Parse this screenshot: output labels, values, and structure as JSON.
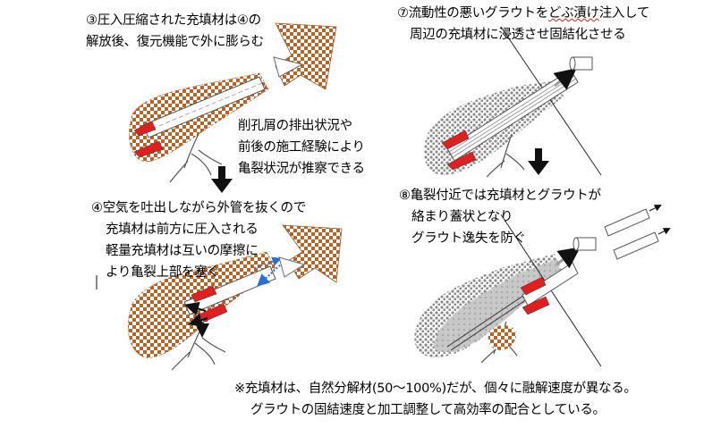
{
  "panel_3": {
    "caption_line1": "③圧入圧縮された充填材は④の",
    "caption_line2": "解放後、復元機能で外に膨らむ"
  },
  "panel_3_note": {
    "line1": "削孔屑の排出状況や",
    "line2": "前後の施工経験により",
    "line3": "亀裂状況が推察できる"
  },
  "panel_4": {
    "caption_line1": "④空気を吐出しながら外管を抜くので",
    "caption_line2": "充填材は前方に圧入される",
    "caption_line3": "軽量充填材は互いの摩擦に",
    "caption_line4": "より亀裂上部を塞ぐ"
  },
  "panel_7": {
    "caption_line1_a": "⑦流動性の悪いグラウトを",
    "caption_line1_b": "どぶ漬け",
    "caption_line1_c": "注入して",
    "caption_line2": "周辺の充填材に浸透させ固結化させる"
  },
  "panel_8": {
    "caption_line1": "⑧亀裂付近では充填材とグラウトが",
    "caption_line2": "絡まり蓋状となり",
    "caption_line3": "グラウト逸失を防ぐ"
  },
  "footnote": {
    "line1": "※充填材は、自然分解材(50～100%)だが、個々に融解速度が異なる。",
    "line2": "グラウトの固結速度と加工調整して高効率の配合としている。"
  },
  "colors": {
    "checker_brown": "#b5642a",
    "checker_light": "#ffffff",
    "red_tip": "#e02020",
    "grout_gray": "#bdbdbd",
    "grout_dot": "#8c8c8c",
    "arrow_black": "#111111",
    "arrow_blue": "#2a6fd6"
  }
}
